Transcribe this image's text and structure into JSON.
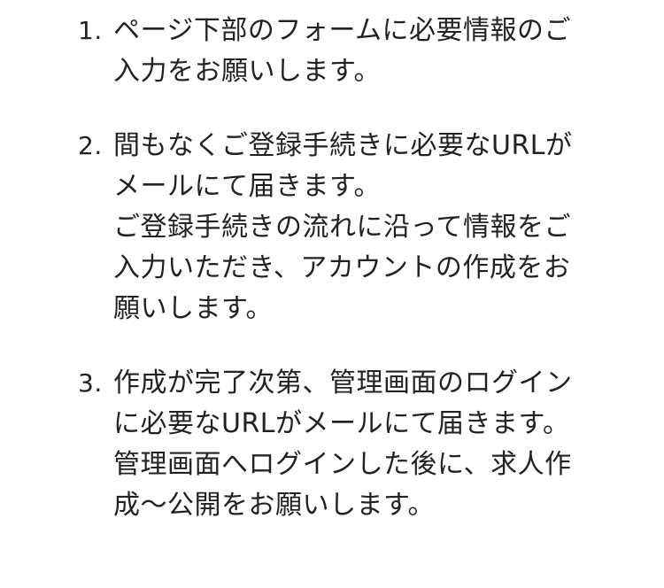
{
  "steps": [
    {
      "number": "1.",
      "lines": [
        "ページ下部のフォームに必要情報のご",
        "入力をお願いします。"
      ]
    },
    {
      "number": "2.",
      "lines": [
        "間もなくご登録手続きに必要なURLが",
        "メールにて届きます。",
        "ご登録手続きの流れに沿って情報をご",
        "入力いただき、アカウントの作成をお",
        "願いします。"
      ]
    },
    {
      "number": "3.",
      "lines": [
        "作成が完了次第、管理画面のログイン",
        "に必要なURLがメールにて届きます。",
        "管理画面へログインした後に、求人作",
        "成〜公開をお願いします。"
      ]
    }
  ]
}
